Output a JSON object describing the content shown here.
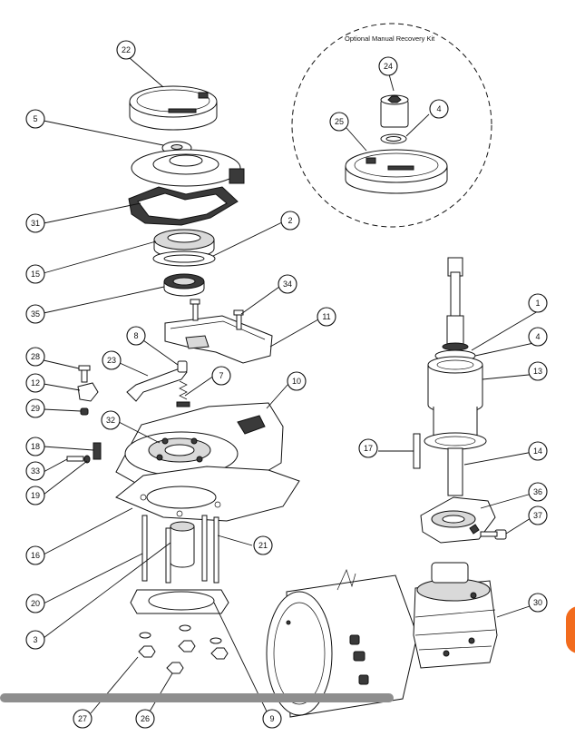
{
  "kit_title": "Optional Manual Recovery Kit",
  "callouts": [
    "22",
    "5",
    "31",
    "2",
    "15",
    "35",
    "34",
    "11",
    "8",
    "28",
    "23",
    "7",
    "12",
    "10",
    "29",
    "32",
    "18",
    "33",
    "19",
    "16",
    "20",
    "3",
    "21",
    "27",
    "26",
    "9",
    "24",
    "4",
    "25",
    "1",
    "4",
    "13",
    "17",
    "14",
    "36",
    "37",
    "30"
  ],
  "colors": {
    "line": "#111111",
    "scrollbar": "#8e8e8e",
    "tab": "#f26b1d"
  }
}
